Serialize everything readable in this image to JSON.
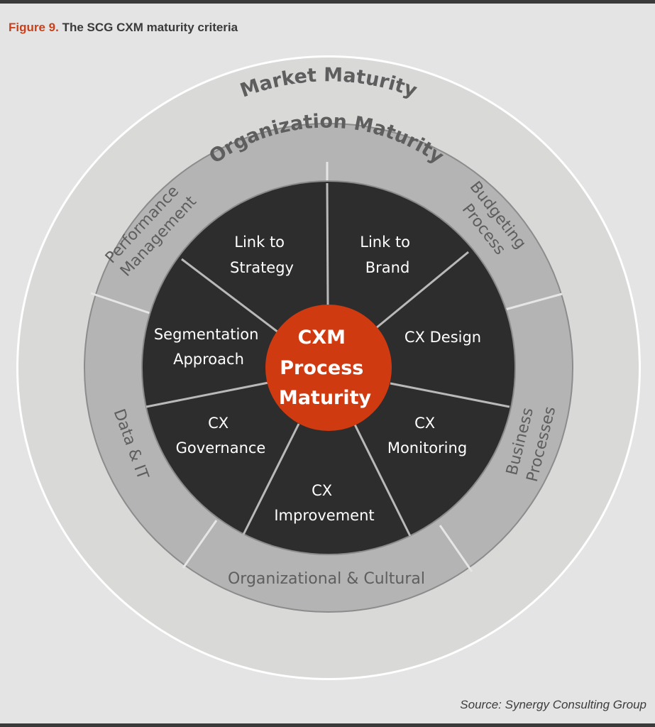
{
  "figure": {
    "number": "Figure 9.",
    "title": "The SCG CXM maturity criteria",
    "source": "Source: Synergy Consulting Group"
  },
  "colors": {
    "accent": "#c9411b",
    "core": "#cf3a10",
    "pie": "#2d2d2d",
    "middle_ring": "#b4b4b4",
    "outer_ring": "#d9d9d8",
    "background": "#e4e4e4"
  },
  "outer_ring": {
    "label": "Market Maturity"
  },
  "middle_ring": {
    "label": "Organization Maturity",
    "segments": [
      {
        "label_lines": [
          "Performance",
          "Management"
        ]
      },
      {
        "label_lines": [
          "Budgeting",
          "Process"
        ]
      },
      {
        "label_lines": [
          "Business",
          "Processes"
        ]
      },
      {
        "label_lines": [
          "Organizational & Cultural"
        ]
      },
      {
        "label_lines": [
          "Data & IT"
        ]
      }
    ]
  },
  "segments": [
    {
      "lines": [
        "Link to",
        "Strategy"
      ]
    },
    {
      "lines": [
        "Link to",
        "Brand"
      ]
    },
    {
      "lines": [
        "CX Design"
      ]
    },
    {
      "lines": [
        "CX",
        "Monitoring"
      ]
    },
    {
      "lines": [
        "CX",
        "Improvement"
      ]
    },
    {
      "lines": [
        "CX",
        "Governance"
      ]
    },
    {
      "lines": [
        "Segmentation",
        "Approach"
      ]
    }
  ],
  "core": {
    "lines": [
      "CXM",
      "Process",
      "Maturity"
    ]
  }
}
